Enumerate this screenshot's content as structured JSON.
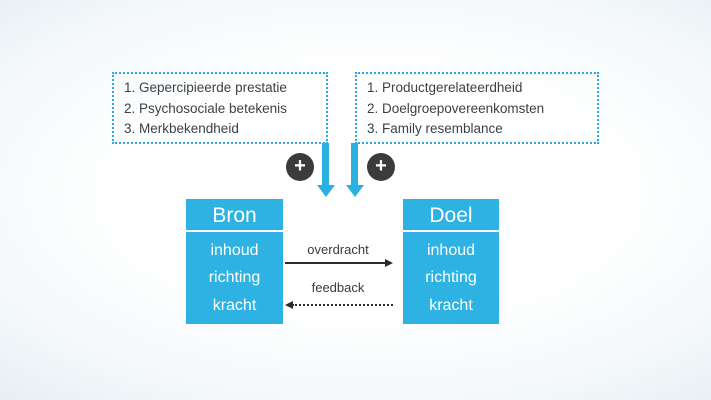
{
  "lists": {
    "left": {
      "items": [
        "1. Gepercipieerde prestatie",
        "2. Psychosociale betekenis",
        "3. Merkbekendheid"
      ]
    },
    "right": {
      "items": [
        "1. Productgerelateerdheid",
        "2. Doelgroepovereenkomsten",
        "3. Family resemblance"
      ]
    }
  },
  "plus": {
    "symbol": "+"
  },
  "boxes": {
    "bron": {
      "title": "Bron",
      "rows": [
        "inhoud",
        "richting",
        "kracht"
      ]
    },
    "doel": {
      "title": "Doel",
      "rows": [
        "inhoud",
        "richting",
        "kracht"
      ]
    }
  },
  "connectors": {
    "overdracht_label": "overdracht",
    "feedback_label": "feedback"
  },
  "colors": {
    "accent_blue": "#2db2e3",
    "dotted_border_blue": "#2aaae2",
    "plus_circle": "#3b3b3d",
    "text_dark": "#3e4045",
    "arrow_black": "#2b2b2b"
  }
}
